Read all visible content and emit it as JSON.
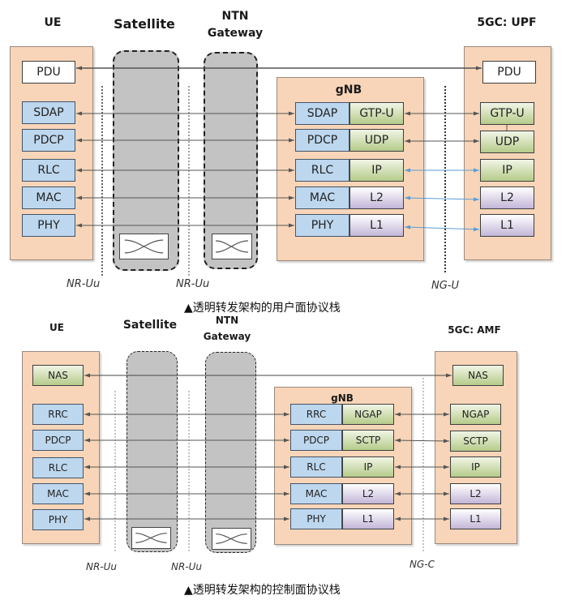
{
  "user_plane": {
    "titles": {
      "ue": "UE",
      "satellite": "Satellite",
      "ntn_gateway_line1": "NTN",
      "ntn_gateway_line2": "Gateway",
      "core": "5GC: UPF",
      "gnb": "gNB"
    },
    "ue_layers": [
      "PDU",
      "SDAP",
      "PDCP",
      "RLC",
      "MAC",
      "PHY"
    ],
    "gnb_ran_layers": [
      "SDAP",
      "PDCP",
      "RLC",
      "MAC",
      "PHY"
    ],
    "gnb_core_layers": [
      "GTP-U",
      "UDP",
      "IP",
      "L2",
      "L1"
    ],
    "core_layers": [
      "PDU",
      "GTP-U",
      "UDP",
      "IP",
      "L2",
      "L1"
    ],
    "interfaces": [
      "NR-Uu",
      "NR-Uu",
      "NG-U"
    ],
    "caption": "▲透明转发架构的用户面协议栈"
  },
  "control_plane": {
    "titles": {
      "ue": "UE",
      "satellite": "Satellite",
      "ntn_gateway_line1": "NTN",
      "ntn_gateway_line2": "Gateway",
      "core": "5GC: AMF",
      "gnb": "gNB"
    },
    "ue_layers": [
      "NAS",
      "RRC",
      "PDCP",
      "RLC",
      "MAC",
      "PHY"
    ],
    "gnb_ran_layers": [
      "RRC",
      "PDCP",
      "RLC",
      "MAC",
      "PHY"
    ],
    "gnb_core_layers": [
      "NGAP",
      "SCTP",
      "IP",
      "L2",
      "L1"
    ],
    "core_layers": [
      "NAS",
      "NGAP",
      "SCTP",
      "IP",
      "L2",
      "L1"
    ],
    "interfaces": [
      "NR-Uu",
      "NR-Uu",
      "NG-C"
    ],
    "caption": "▲透明转发架构的控制面协议栈"
  },
  "colors": {
    "node_fill": "#f8d5b8",
    "ran_layer": "#bdd7ee",
    "transport_green": "#b5cb8a",
    "transport_purple": "#c3b6d8",
    "relay_fill": "#c3c3c3",
    "ng_arrow_blue": "#5b9bd5"
  }
}
